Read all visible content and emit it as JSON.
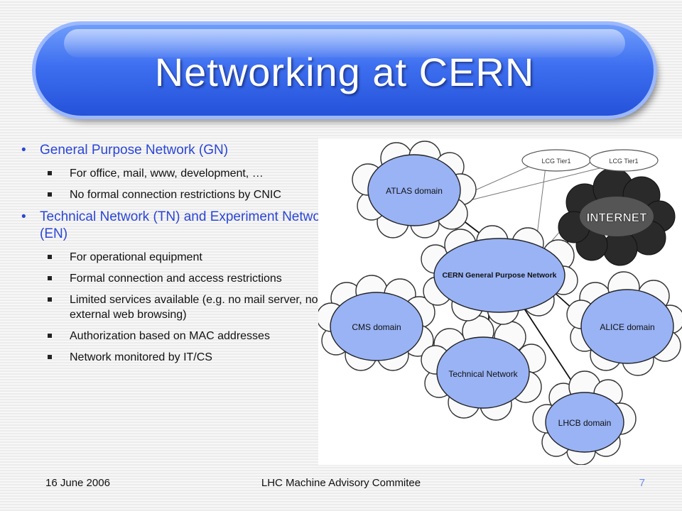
{
  "slide": {
    "title": "Networking at CERN",
    "footer_left": "16 June 2006",
    "footer_center": "LHC Machine Advisory Commitee",
    "footer_right": "7"
  },
  "bullets": [
    {
      "text": "General Purpose Network (GN)",
      "subitems": [
        "For office, mail, www, development, …",
        "No formal connection restrictions by CNIC"
      ]
    },
    {
      "text": "Technical Network (TN) and Experiment Network (EN)",
      "subitems": [
        "For operational equipment",
        "Formal connection and access restrictions",
        "Limited services available (e.g. no mail server, no external web browsing)",
        "Authorization based on MAC addresses",
        "Network monitored by IT/CS"
      ]
    }
  ],
  "diagram": {
    "center": "CERN General Purpose Network",
    "internet": "INTERNET",
    "tier1_a": "LCG Tier1",
    "tier1_b": "LCG Tier1",
    "atlas": "ATLAS domain",
    "cms": "CMS domain",
    "alice": "ALICE domain",
    "technical": "Technical Network",
    "lhcb": "LHCB domain"
  },
  "colors": {
    "title_bar": "#3e6ff0",
    "bullet_text": "#2b46d6",
    "node_fill": "#99b3f5",
    "footer_page": "#6b8cf5"
  }
}
